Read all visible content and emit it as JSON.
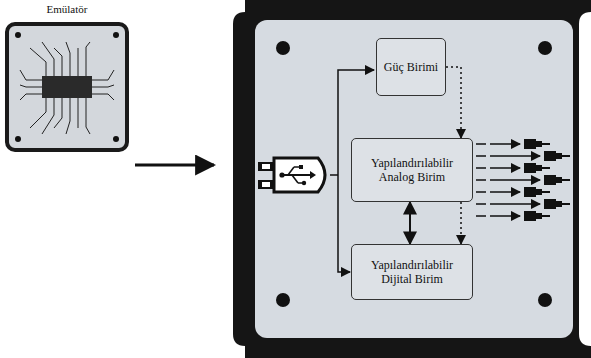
{
  "diagram": {
    "nodes": [
      {
        "text": [
          "Emülatör"
        ]
      },
      {
        "text": [
          "Güç Birimi"
        ]
      },
      {
        "text": [
          "Yapılandırılabilir Analog Birim"
        ]
      },
      {
        "text": [
          "Yapılandırılabilir Dijital Birim"
        ]
      }
    ],
    "edges": [
      {
        "from": 1,
        "to": 2,
        "arrow": "to"
      },
      {
        "from": 2,
        "to": 3,
        "arrow": "both"
      },
      {
        "from": 2,
        "to": 3,
        "arrow": "to"
      }
    ]
  }
}
